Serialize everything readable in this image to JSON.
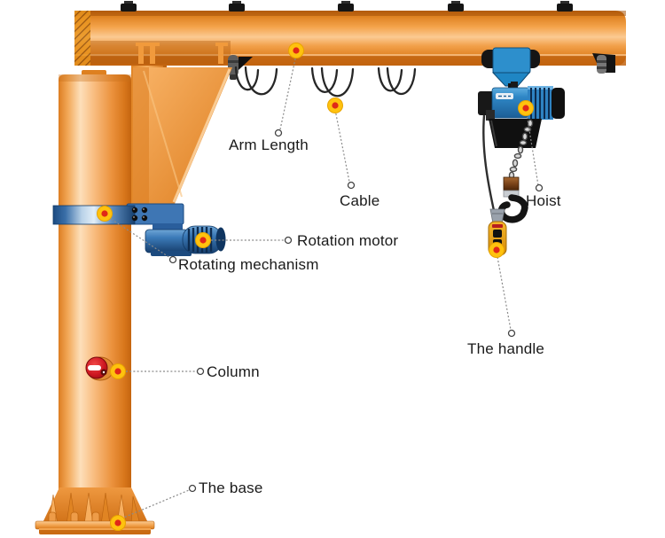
{
  "diagram": {
    "subject": "Jib crane components diagram",
    "type": "labeled-diagram"
  },
  "labels": {
    "arm_length": "Arm Length",
    "cable": "Cable",
    "hoist": "Hoist",
    "rotation_motor": "Rotation motor",
    "rotating_mechanism": "Rotating mechanism",
    "column": "Column",
    "the_handle": "The handle",
    "the_base": "The base"
  },
  "colors": {
    "crane_orange": "#F2952F",
    "crane_orange_dark": "#C26410",
    "crane_orange_light": "#FBCA92",
    "machinery_blue": "#2E78B8",
    "hoist_blue": "#2F87C6",
    "marker_outer": "#FFC20E",
    "marker_inner": "#E02818",
    "leader_line": "#8A8A8A",
    "label_text": "#1A1A1A",
    "background": "#FFFFFF"
  }
}
